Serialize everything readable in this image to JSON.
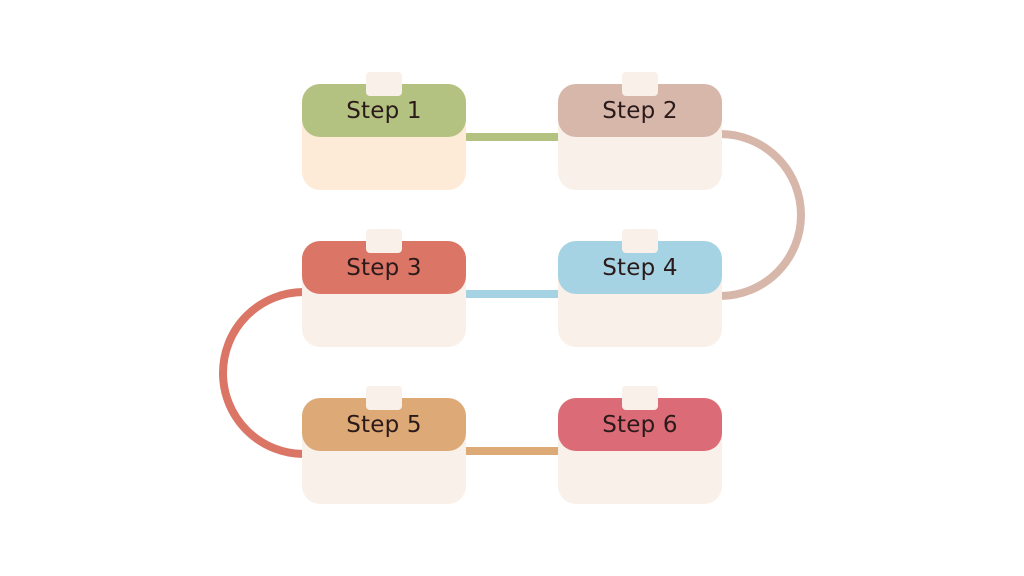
{
  "diagram": {
    "steps": [
      {
        "label": "Step 1",
        "color": "#b4c281"
      },
      {
        "label": "Step 2",
        "color": "#d8b7ab"
      },
      {
        "label": "Step 3",
        "color": "#db7566"
      },
      {
        "label": "Step 4",
        "color": "#a6d3e3"
      },
      {
        "label": "Step 5",
        "color": "#dda977"
      },
      {
        "label": "Step 6",
        "color": "#db6b76"
      }
    ],
    "connectors": [
      {
        "from": "Step 1",
        "to": "Step 2",
        "color": "#b4c281"
      },
      {
        "from": "Step 2",
        "to": "Step 4",
        "color": "#d8b7ab"
      },
      {
        "from": "Step 4",
        "to": "Step 3",
        "color": "#a6d3e3"
      },
      {
        "from": "Step 3",
        "to": "Step 5",
        "color": "#db7566"
      },
      {
        "from": "Step 5",
        "to": "Step 6",
        "color": "#dda977"
      }
    ],
    "card_body_color": "#f9f0e9",
    "first_card_body_color": "#fdebd8"
  }
}
